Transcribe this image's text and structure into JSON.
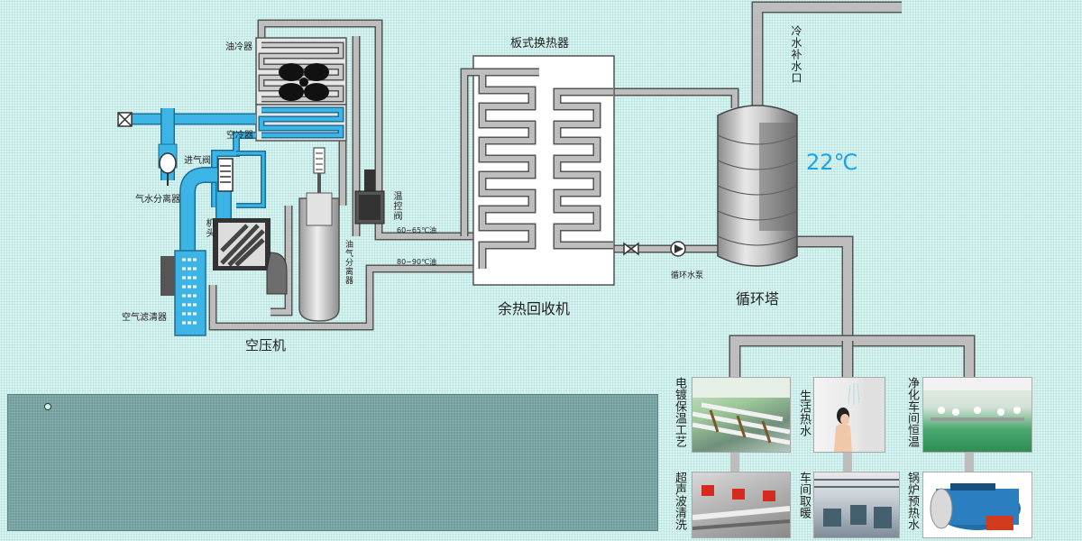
{
  "labels": {
    "oil_cooler": "油冷器",
    "air_cooler": "空冷器",
    "intake_valve": "进气阀",
    "water_separator": "气水分离器",
    "air_head": "机头",
    "air_filter": "空气滤清器",
    "compressor": "空压机",
    "oil_separator": "油气分离器",
    "temp_valve": "温控阀",
    "oil_temp_low": "60~65℃油",
    "oil_temp_high": "80~90℃油",
    "plate_exchanger": "板式换热器",
    "heat_recovery": "余热回收机",
    "pump": "循环水泵",
    "tower": "循环塔",
    "cold_water_inlet": "冷水补水口",
    "tower_temp": "22℃"
  },
  "applications": [
    {
      "label": "电镀保温工艺"
    },
    {
      "label": "生活热水"
    },
    {
      "label": "净化车间恒温"
    },
    {
      "label": "超声波清洗"
    },
    {
      "label": "车间取暖"
    },
    {
      "label": "锅炉预热水"
    }
  ],
  "colors": {
    "water_blue": "#2aa8dd",
    "pipe_gray": "#b9b9b9",
    "temp_text": "#1aa3e8"
  }
}
